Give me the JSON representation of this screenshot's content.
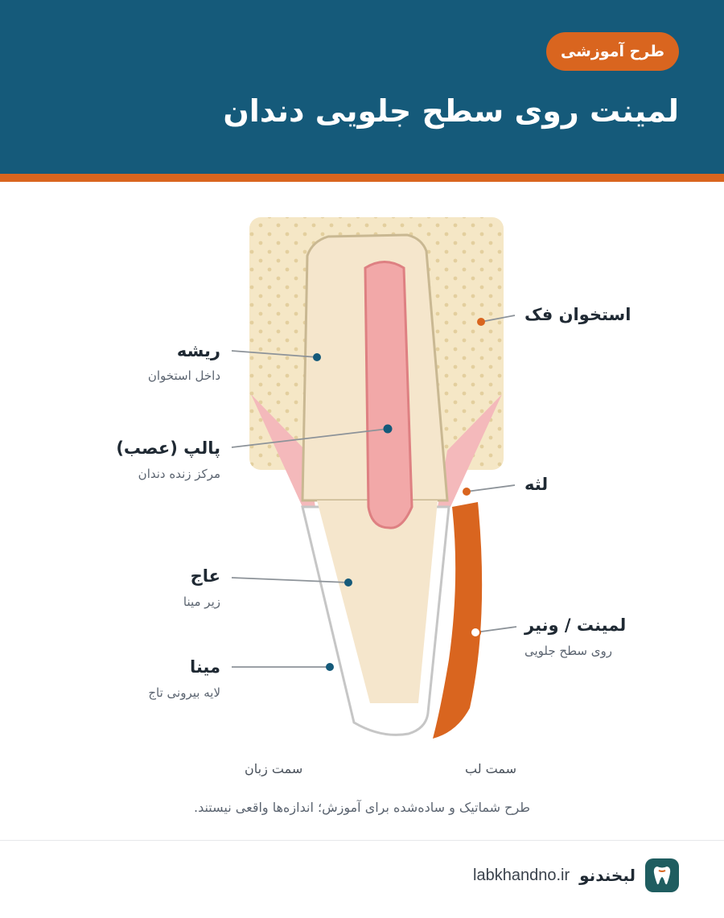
{
  "header": {
    "badge": "طرح آموزشی",
    "title": "لمینت روی سطح جلویی دندان"
  },
  "labels": {
    "jaw_bone": {
      "title": "استخوان فک"
    },
    "root": {
      "title": "ریشه",
      "sub": "داخل استخوان"
    },
    "pulp": {
      "title": "پالپ (عصب)",
      "sub": "مرکز زنده دندان"
    },
    "gum": {
      "title": "لثه"
    },
    "dentin": {
      "title": "عاج",
      "sub": "زیر مینا"
    },
    "veneer": {
      "title": "لمینت / ونیر",
      "sub": "روی سطح جلویی"
    },
    "enamel": {
      "title": "مینا",
      "sub": "لایه بیرونی تاج"
    }
  },
  "sides": {
    "tongue": "سمت زبان",
    "lip": "سمت لب"
  },
  "footnote": "طرح شماتیک و ساده‌شده برای آموزش؛ اندازه‌ها واقعی نیستند.",
  "footer": {
    "brand": "لبخندنو",
    "url": "labkhandno.ir"
  },
  "colors": {
    "header": "#155a7a",
    "accent": "#d9651f",
    "bone": "#f5e7c6",
    "tooth": "#f5e6cc",
    "pulp": "#f2a8a8",
    "gum": "#f4b9bb",
    "marker_dark": "#155a7a"
  },
  "icons": {
    "brand": "tooth-icon"
  }
}
